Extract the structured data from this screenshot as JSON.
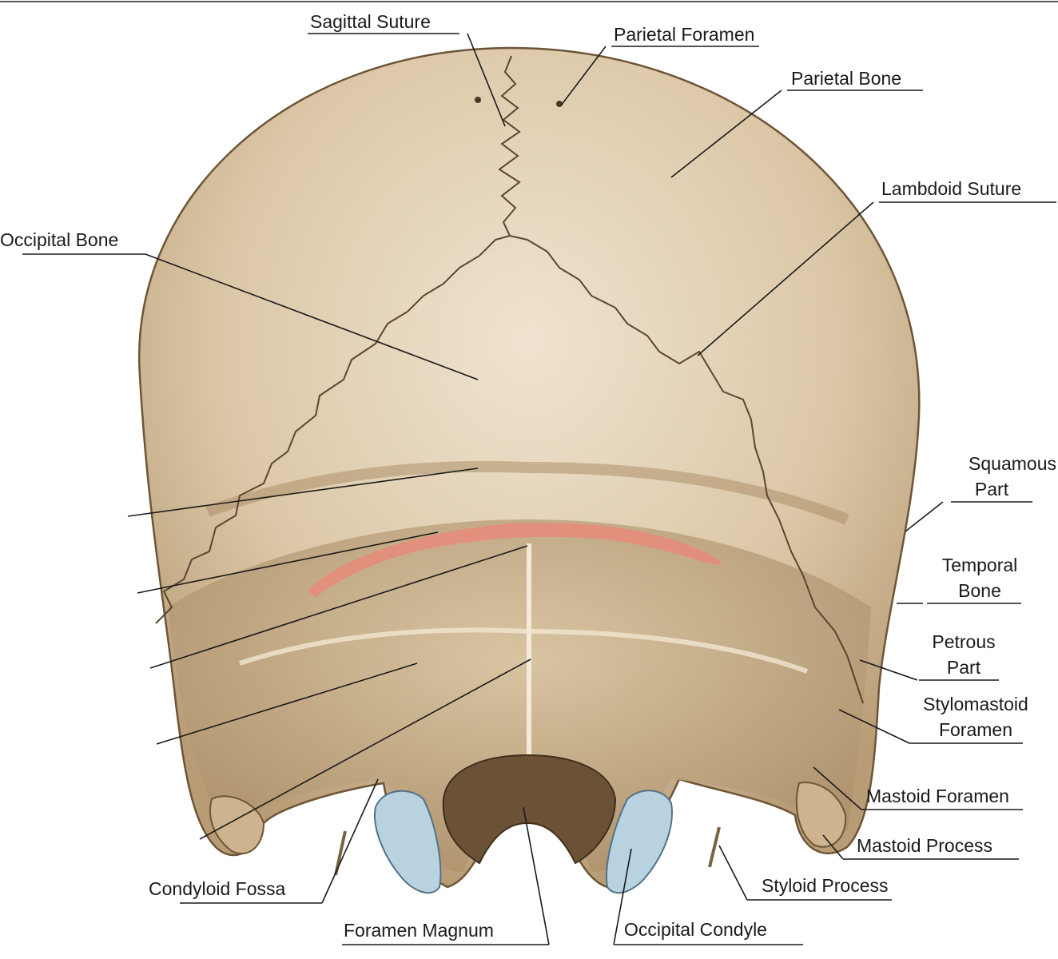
{
  "labels": {
    "sagittal_suture": "Sagittal Suture",
    "parietal_foramen": "Parietal Foramen",
    "parietal_bone": "Parietal Bone",
    "lambdoid_suture": "Lambdoid Suture",
    "occipital_bone": "Occipital Bone",
    "squamous_part_1": "Squamous",
    "squamous_part_2": "Part",
    "temporal_bone_1": "Temporal",
    "temporal_bone_2": "Bone",
    "petrous_part_1": "Petrous",
    "petrous_part_2": "Part",
    "stylomastoid_foramen_1": "Stylomastoid",
    "stylomastoid_foramen_2": "Foramen",
    "mastoid_foramen": "Mastoid Foramen",
    "mastoid_process": "Mastoid Process",
    "styloid_process": "Styloid Process",
    "occipital_condyle": "Occipital Condyle",
    "foramen_magnum": "Foramen Magnum",
    "condyloid_fossa": "Condyloid Fossa"
  },
  "colors": {
    "bone": "#dcc8a8",
    "bone_shadow": "#bfa37c",
    "suture": "#5a4630",
    "highlight_line": "#e8897a",
    "condyle": "#b9d2e0",
    "leader": "#1a1a1a"
  }
}
